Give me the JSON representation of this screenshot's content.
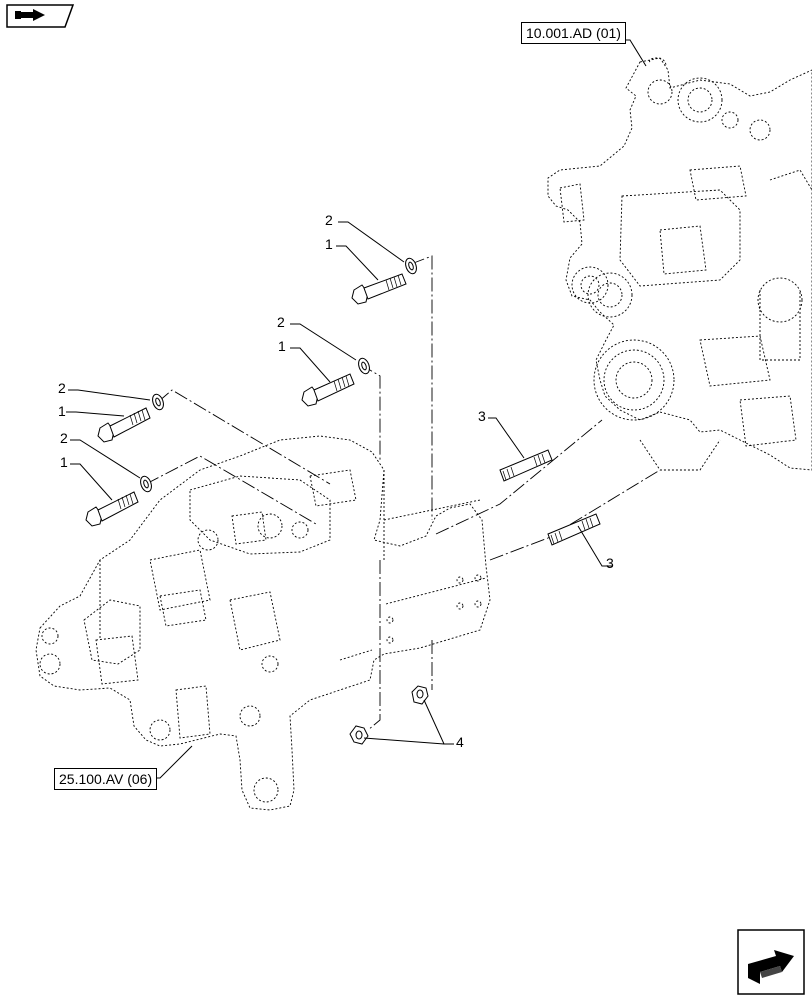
{
  "references": {
    "engine": "10.001.AD (01)",
    "frame": "25.100.AV (06)"
  },
  "callouts": [
    {
      "id": "washer-top",
      "label": "2"
    },
    {
      "id": "bolt-top",
      "label": "1"
    },
    {
      "id": "washer-mid",
      "label": "2"
    },
    {
      "id": "bolt-mid",
      "label": "1"
    },
    {
      "id": "washer-left-upper",
      "label": "2"
    },
    {
      "id": "bolt-left-upper",
      "label": "1"
    },
    {
      "id": "washer-left-lower",
      "label": "2"
    },
    {
      "id": "bolt-left-lower",
      "label": "1"
    },
    {
      "id": "stud-upper",
      "label": "3"
    },
    {
      "id": "stud-lower",
      "label": "3"
    },
    {
      "id": "nuts",
      "label": "4"
    }
  ],
  "icons": {
    "top_left": "back-arrow-icon",
    "bottom_right": "next-page-arrow-icon"
  }
}
